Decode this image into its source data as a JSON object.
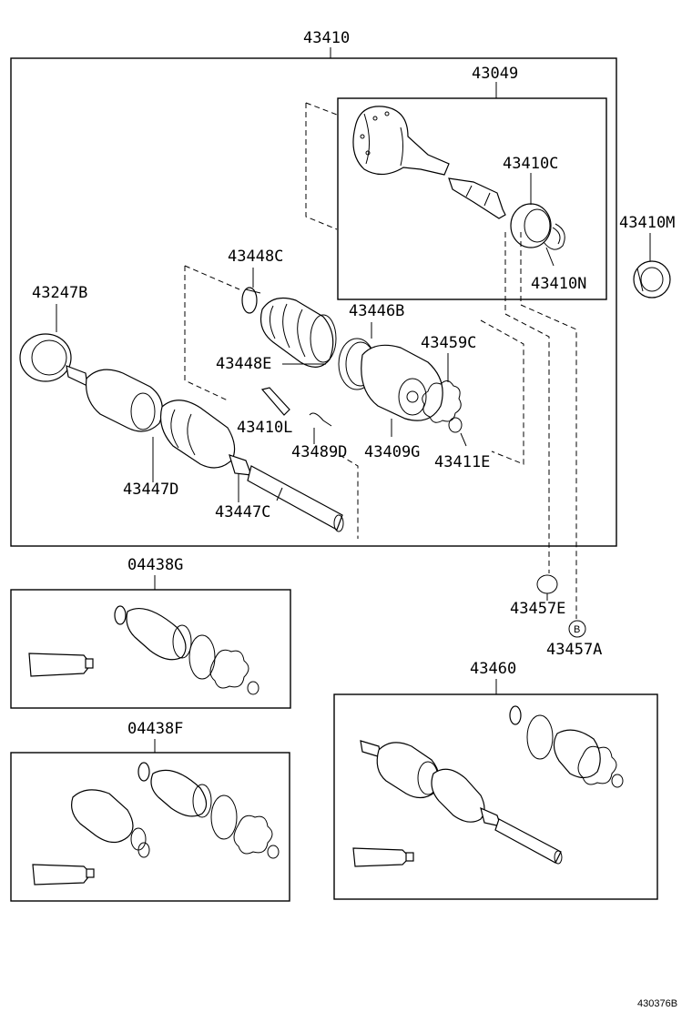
{
  "labels": {
    "l_43410": "43410",
    "l_43049": "43049",
    "l_43410C": "43410C",
    "l_43410M": "43410M",
    "l_43448C": "43448C",
    "l_43410N": "43410N",
    "l_43247B": "43247B",
    "l_43446B": "43446B",
    "l_43459C": "43459C",
    "l_43448E": "43448E",
    "l_43410L": "43410L",
    "l_43489D": "43489D",
    "l_43409G": "43409G",
    "l_43411E": "43411E",
    "l_43447D": "43447D",
    "l_43447C": "43447C",
    "l_04438G": "04438G",
    "l_43457E": "43457E",
    "l_B": "B",
    "l_43457A": "43457A",
    "l_43460": "43460",
    "l_04438F": "04438F"
  },
  "diagram_ref": "430376B"
}
